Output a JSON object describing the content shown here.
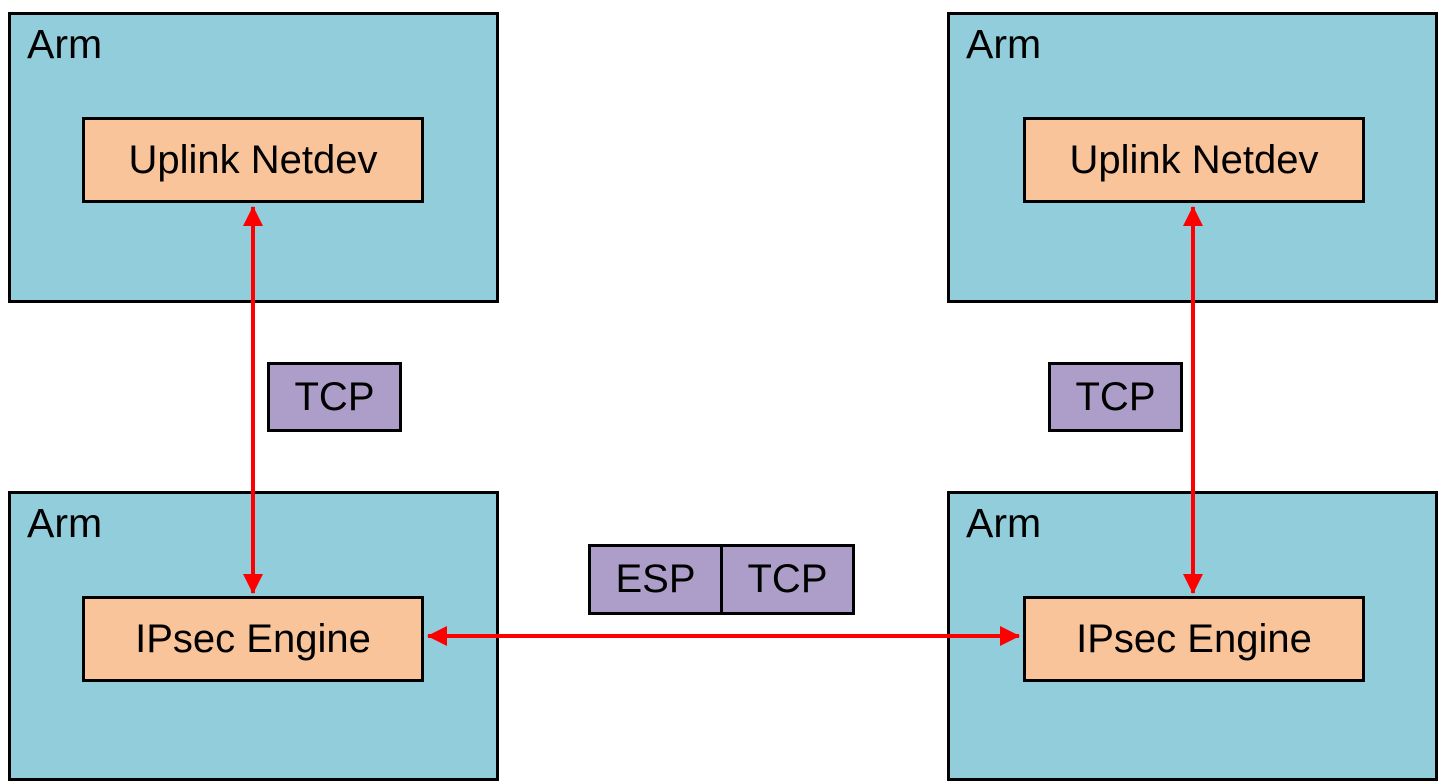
{
  "colors": {
    "arm_box_fill": "#92CDDC",
    "component_box_fill": "#F9C499",
    "protocol_box_fill": "#AC9EC9",
    "box_border": "#000000",
    "arrow": "#FF0000",
    "canvas_background": "#FFFFFF",
    "text": "#000000"
  },
  "labels": {
    "arm_top_left": "Arm",
    "arm_top_right": "Arm",
    "arm_bottom_left": "Arm",
    "arm_bottom_right": "Arm",
    "uplink_netdev_left": "Uplink Netdev",
    "uplink_netdev_right": "Uplink Netdev",
    "ipsec_engine_left": "IPsec Engine",
    "ipsec_engine_right": "IPsec Engine",
    "tcp_left": "TCP",
    "tcp_right": "TCP",
    "esp_middle": "ESP",
    "tcp_middle": "TCP"
  }
}
